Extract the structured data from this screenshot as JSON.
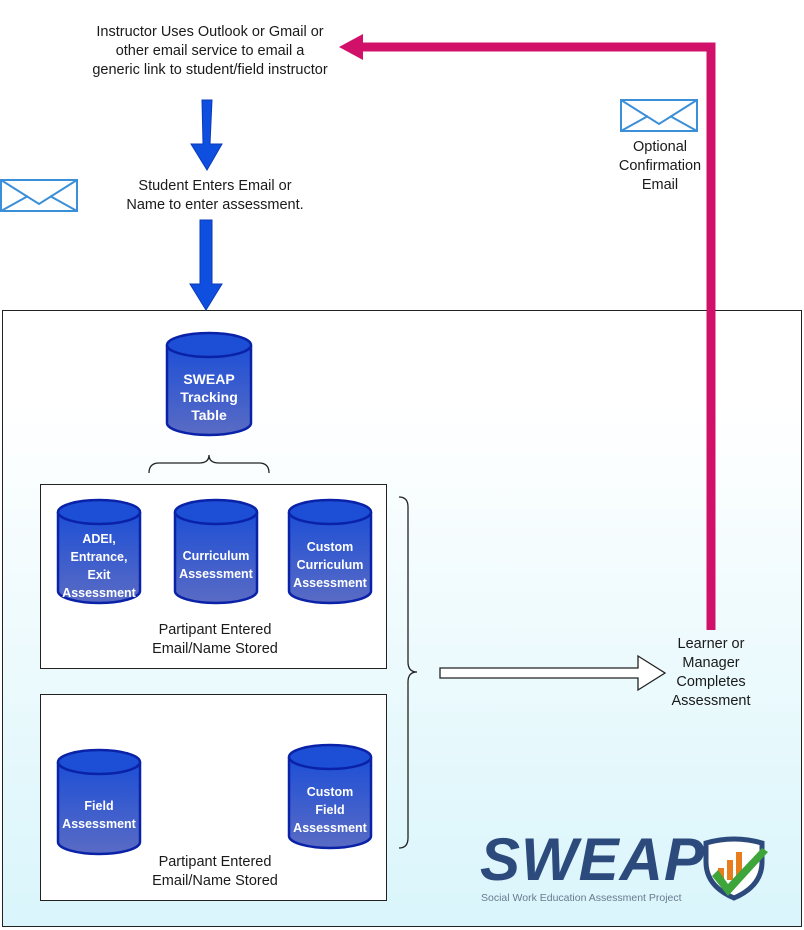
{
  "top_text": [
    "Instructor Uses Outlook or Gmail or",
    "other email service to email a",
    "generic link to student/field instructor"
  ],
  "student_text": [
    "Student Enters Email or",
    "Name to enter assessment."
  ],
  "confirmation_text": [
    "Optional",
    "Confirmation",
    "Email"
  ],
  "tracking_table": [
    "SWEAP",
    "Tracking",
    "Table"
  ],
  "group1": {
    "cylinders": [
      [
        "ADEI,",
        "Entrance,",
        "Exit",
        "Assessment"
      ],
      [
        "Curriculum",
        "Assessment"
      ],
      [
        "Custom",
        "Curriculum",
        "Assessment"
      ]
    ],
    "caption": [
      "Partipant Entered",
      "Email/Name Stored"
    ]
  },
  "group2": {
    "cylinders": [
      [
        "Field",
        "Assessment"
      ],
      [
        "Custom",
        "Field",
        "Assessment"
      ]
    ],
    "caption": [
      "Partipant Entered",
      "Email/Name Stored"
    ]
  },
  "learner_text": [
    "Learner or",
    "Manager",
    "Completes",
    "Assessment"
  ],
  "logo": {
    "word": "SWEAP",
    "subtitle": "Social Work Education Assessment Project"
  },
  "colors": {
    "cylinder_top": "#1d4fd6",
    "cylinder_bottom": "#5a6bc4",
    "cylinder_stroke": "#0a22a8",
    "blue_arrow": "#0f4fe0",
    "magenta_arrow": "#d1106a",
    "envelope": "#3a8fd8",
    "logo_blue": "#2c4a7c",
    "logo_orange": "#e87d1e",
    "logo_green": "#3ea53a"
  }
}
